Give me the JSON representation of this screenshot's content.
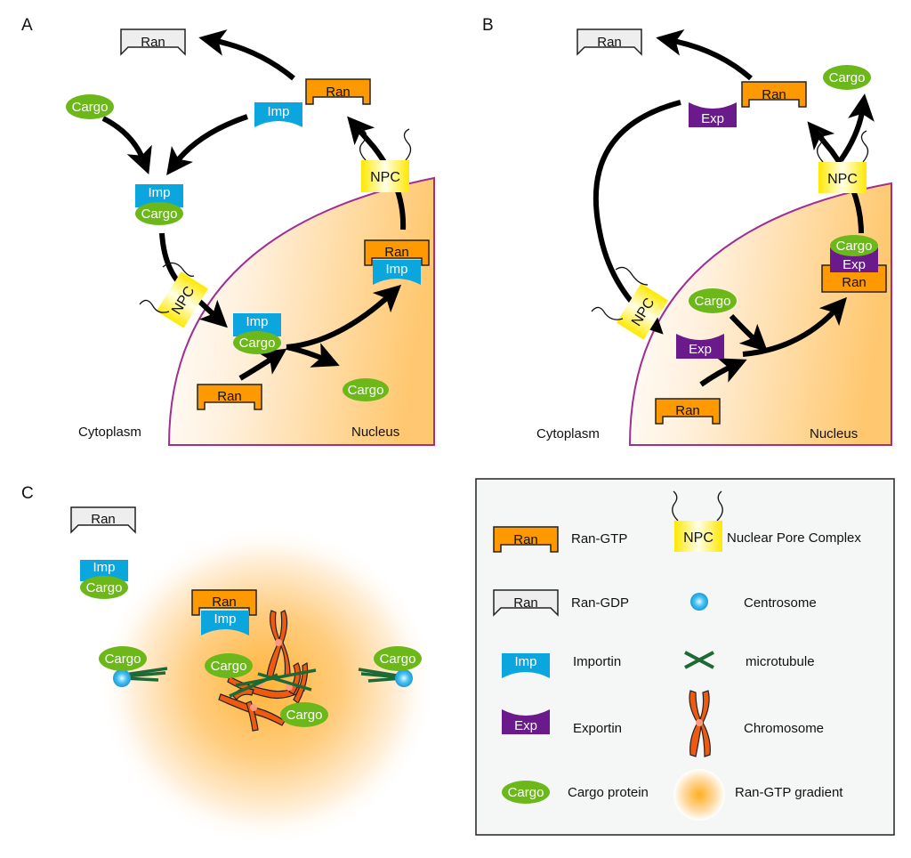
{
  "colors": {
    "ran_gtp": "#ff9900",
    "ran_gdp": "#eeeeee",
    "importin": "#0aa6dd",
    "exportin": "#6a1a8a",
    "cargo": "#6cb81a",
    "npc": "#ffee00",
    "nucleus_border": "#a0308f",
    "microtubule": "#1e6a35",
    "chromosome": "#ee5a10",
    "centrosome": "#22aaee",
    "legend_bg": "#f5f7f7"
  },
  "panelA": {
    "letter": "A",
    "ran_gdp": "Ran",
    "ran_gtp_top": "Ran",
    "imp_top": "Imp",
    "cargo_free": "Cargo",
    "complex_imp": "Imp",
    "complex_cargo": "Cargo",
    "npc_top": "NPC",
    "npc_side": "NPC",
    "nuc_complex_imp": "Imp",
    "nuc_complex_cargo": "Cargo",
    "nuc_ran_bottom": "Ran",
    "nuc_cargo_released": "Cargo",
    "nuc_ranimp_ran": "Ran",
    "nuc_ranimp_imp": "Imp",
    "cytoplasm": "Cytoplasm",
    "nucleus": "Nucleus"
  },
  "panelB": {
    "letter": "B",
    "ran_gdp": "Ran",
    "ran_gtp_top": "Ran",
    "exp_top": "Exp",
    "cargo_out": "Cargo",
    "npc_top": "NPC",
    "npc_side": "NPC",
    "exp_in": "Exp",
    "cargo_in": "Cargo",
    "ran_bottom": "Ran",
    "complex_cargo": "Cargo",
    "complex_exp": "Exp",
    "complex_ran": "Ran",
    "cytoplasm": "Cytoplasm",
    "nucleus": "Nucleus"
  },
  "panelC": {
    "letter": "C",
    "ran_gdp": "Ran",
    "imp": "Imp",
    "imp_cargo": "Cargo",
    "ranimp_ran": "Ran",
    "ranimp_imp": "Imp",
    "cargo_left": "Cargo",
    "cargo_center": "Cargo",
    "cargo_lower": "Cargo",
    "cargo_right": "Cargo"
  },
  "legend": {
    "items": [
      {
        "icon": "ran-gtp",
        "glyph": "Ran",
        "label": "Ran-GTP"
      },
      {
        "icon": "ran-gdp",
        "glyph": "Ran",
        "label": "Ran-GDP"
      },
      {
        "icon": "importin",
        "glyph": "Imp",
        "label": "Importin"
      },
      {
        "icon": "exportin",
        "glyph": "Exp",
        "label": "Exportin"
      },
      {
        "icon": "cargo",
        "glyph": "Cargo",
        "label": "Cargo protein"
      },
      {
        "icon": "npc",
        "glyph": "NPC",
        "label": "Nuclear Pore Complex"
      },
      {
        "icon": "centrosome",
        "glyph": "",
        "label": "Centrosome"
      },
      {
        "icon": "microtubule",
        "glyph": "",
        "label": "microtubule"
      },
      {
        "icon": "chromosome",
        "glyph": "",
        "label": "Chromosome"
      },
      {
        "icon": "gradient",
        "glyph": "",
        "label": "Ran-GTP gradient"
      }
    ]
  }
}
